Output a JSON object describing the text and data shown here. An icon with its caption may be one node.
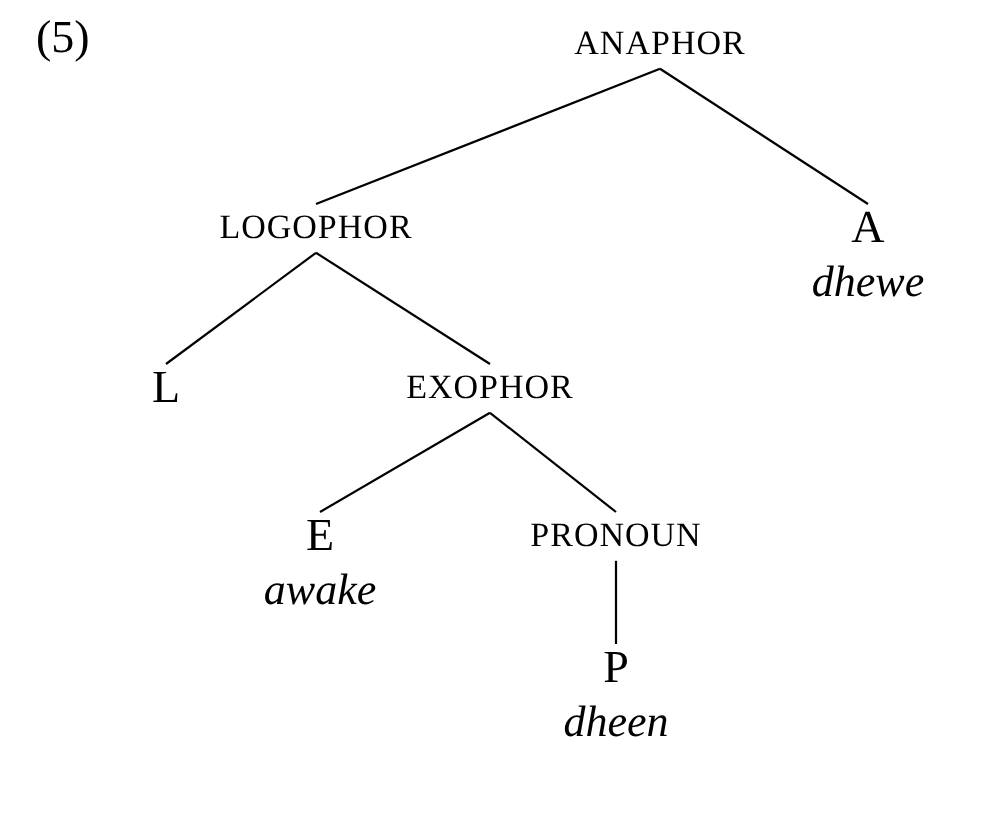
{
  "diagram": {
    "nodes": [
      {
        "text": [
          "ANAPHOR"
        ]
      },
      {
        "text": [
          "LOGOPHOR"
        ]
      },
      {
        "text": [
          "A",
          "dhewe"
        ]
      },
      {
        "text": [
          "L"
        ]
      },
      {
        "text": [
          "EXOPHOR"
        ]
      },
      {
        "text": [
          "E",
          "awake"
        ]
      },
      {
        "text": [
          "PRONOUN"
        ]
      },
      {
        "text": [
          "P",
          "dheen"
        ]
      }
    ],
    "edges": [
      {
        "from": 0,
        "to": 1,
        "arrow": "none"
      },
      {
        "from": 0,
        "to": 2,
        "arrow": "none"
      },
      {
        "from": 1,
        "to": 3,
        "arrow": "none"
      },
      {
        "from": 1,
        "to": 4,
        "arrow": "none"
      },
      {
        "from": 4,
        "to": 5,
        "arrow": "none"
      },
      {
        "from": 4,
        "to": 6,
        "arrow": "none"
      },
      {
        "from": 6,
        "to": 7,
        "arrow": "none"
      }
    ],
    "labels": [
      "(5)"
    ]
  }
}
